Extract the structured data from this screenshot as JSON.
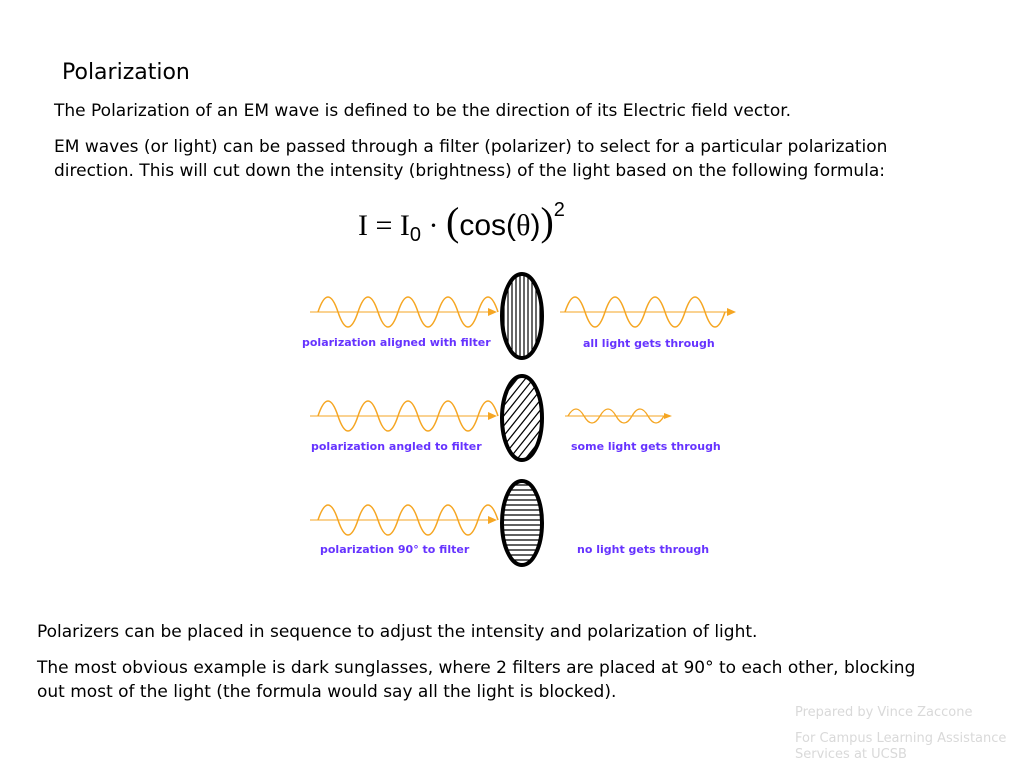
{
  "slide": {
    "title": "Polarization",
    "para1": "The Polarization of an EM wave is defined to be the direction of its Electric field vector.",
    "para2": "EM waves (or light) can be passed through a filter (polarizer) to select for a particular polarization direction.  This will cut down the intensity (brightness) of the light based on the following formula:",
    "para3": "Polarizers can be placed in sequence to adjust the intensity and polarization of light.",
    "para4": "The most obvious example is dark sunglasses, where 2 filters are placed at 90° to each other, blocking out most of the light (the formula would say all the light is blocked)."
  },
  "formula": {
    "lhs": "I",
    "equals": "=",
    "i0_base": "I",
    "i0_sub": "0",
    "dot": "·",
    "open_paren": "(",
    "cos": "cos(",
    "theta": "θ",
    "close_inner": ")",
    "close_paren": ")",
    "exponent": "2"
  },
  "diagram": {
    "wave_color": "#f5a623",
    "label_color": "#6633ff",
    "rows": [
      {
        "filter": "vertical lines",
        "left_label": "polarization aligned with filter",
        "right_label": "all light gets through"
      },
      {
        "filter": "diagonal lines",
        "left_label": "polarization angled to filter",
        "right_label": "some light gets through"
      },
      {
        "filter": "horizontal lines",
        "left_label": "polarization 90° to filter",
        "right_label": "no light gets through"
      }
    ]
  },
  "credits": {
    "line1": "Prepared by Vince Zaccone",
    "line2": "For Campus Learning Assistance Services at UCSB"
  }
}
